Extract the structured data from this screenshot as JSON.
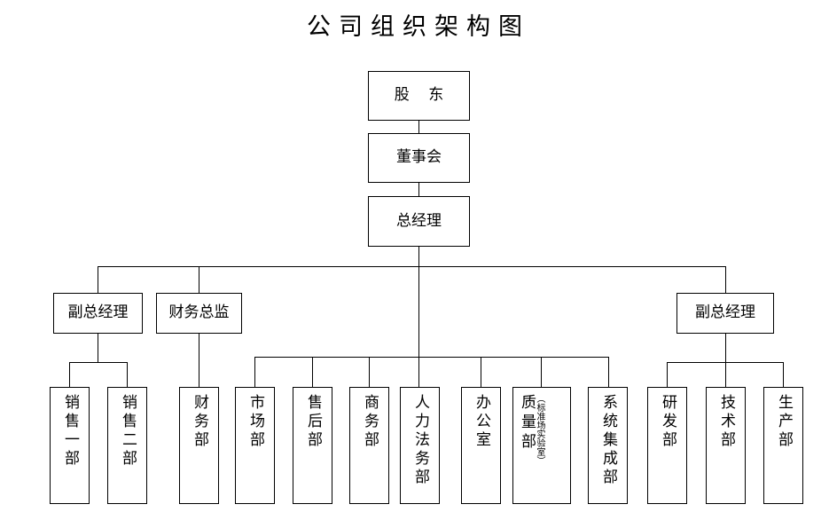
{
  "title": "公司组织架构图",
  "chart_data": {
    "type": "diagram",
    "diagram_kind": "organizational-chart",
    "title": "公司组织架构图",
    "orientation": "top-down",
    "levels": 4,
    "node_count": 20,
    "nodes": [
      {
        "id": "shareholders",
        "label": "股 东",
        "level": 0,
        "parent": null,
        "text_orientation": "horizontal"
      },
      {
        "id": "board",
        "label": "董事会",
        "level": 1,
        "parent": "shareholders",
        "text_orientation": "horizontal"
      },
      {
        "id": "general-manager",
        "label": "总经理",
        "level": 2,
        "parent": "board",
        "text_orientation": "horizontal"
      },
      {
        "id": "deputy-gm-left",
        "label": "副总经理",
        "level": 3,
        "parent": "general-manager",
        "text_orientation": "horizontal"
      },
      {
        "id": "cfo",
        "label": "财务总监",
        "level": 3,
        "parent": "general-manager",
        "text_orientation": "horizontal"
      },
      {
        "id": "deputy-gm-right",
        "label": "副总经理",
        "level": 3,
        "parent": "general-manager",
        "text_orientation": "horizontal"
      },
      {
        "id": "sales-1",
        "label": "销售一部",
        "level": 4,
        "parent": "deputy-gm-left",
        "text_orientation": "vertical"
      },
      {
        "id": "sales-2",
        "label": "销售二部",
        "level": 4,
        "parent": "deputy-gm-left",
        "text_orientation": "vertical"
      },
      {
        "id": "finance",
        "label": "财务部",
        "level": 4,
        "parent": "cfo",
        "text_orientation": "vertical"
      },
      {
        "id": "marketing",
        "label": "市场部",
        "level": 4,
        "parent": "general-manager",
        "text_orientation": "vertical"
      },
      {
        "id": "after-sales",
        "label": "售后部",
        "level": 4,
        "parent": "general-manager",
        "text_orientation": "vertical"
      },
      {
        "id": "business-affairs",
        "label": "商务部",
        "level": 4,
        "parent": "general-manager",
        "text_orientation": "vertical"
      },
      {
        "id": "hr-legal",
        "label": "人力法务部",
        "level": 4,
        "parent": "general-manager",
        "text_orientation": "vertical"
      },
      {
        "id": "office",
        "label": "办公室",
        "level": 4,
        "parent": "general-manager",
        "text_orientation": "vertical"
      },
      {
        "id": "quality",
        "label": "质量部",
        "note": "（标准场实验室）",
        "level": 4,
        "parent": "general-manager",
        "text_orientation": "vertical"
      },
      {
        "id": "system-integration",
        "label": "系统集成部",
        "level": 4,
        "parent": "general-manager",
        "text_orientation": "vertical"
      },
      {
        "id": "rnd",
        "label": "研发部",
        "level": 4,
        "parent": "deputy-gm-right",
        "text_orientation": "vertical"
      },
      {
        "id": "technology",
        "label": "技术部",
        "level": 4,
        "parent": "deputy-gm-right",
        "text_orientation": "vertical"
      },
      {
        "id": "production",
        "label": "生产部",
        "level": 4,
        "parent": "deputy-gm-right",
        "text_orientation": "vertical"
      }
    ],
    "colors": {
      "background": "#ffffff",
      "box_fill": "#ffffff",
      "box_border": "#000000",
      "connector": "#000000",
      "text": "#000000"
    }
  },
  "nodes": {
    "shareholders": {
      "label": "股 东"
    },
    "board": {
      "label": "董事会"
    },
    "general_manager": {
      "label": "总经理"
    },
    "deputy_gm_left": {
      "label": "副总经理"
    },
    "cfo": {
      "label": "财务总监"
    },
    "deputy_gm_right": {
      "label": "副总经理"
    },
    "sales_1": {
      "label": "销售一部"
    },
    "sales_2": {
      "label": "销售二部"
    },
    "finance": {
      "label": "财务部"
    },
    "marketing": {
      "label": "市场部"
    },
    "after_sales": {
      "label": "售后部"
    },
    "business_affairs": {
      "label": "商务部"
    },
    "hr_legal": {
      "label": "人力法务部"
    },
    "office": {
      "label": "办公室"
    },
    "quality": {
      "label": "质量部",
      "note": "（标准场实验室）"
    },
    "system_integration": {
      "label": "系统集成部"
    },
    "rnd": {
      "label": "研发部"
    },
    "technology": {
      "label": "技术部"
    },
    "production": {
      "label": "生产部"
    }
  }
}
